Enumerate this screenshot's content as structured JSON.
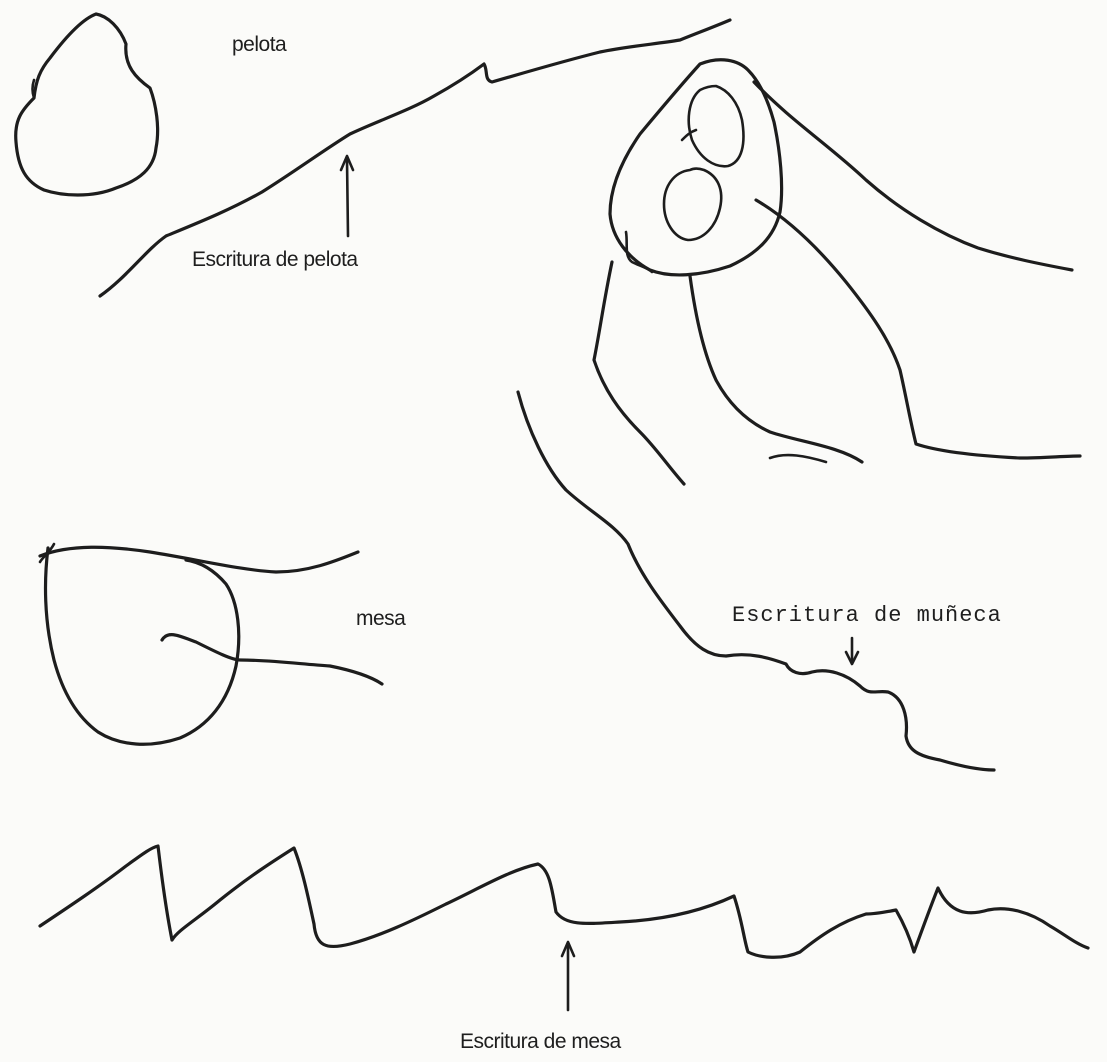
{
  "labels": {
    "pelota": "pelota",
    "escritura_pelota": "Escritura de pelota",
    "mesa": "mesa",
    "escritura_muneca": "Escritura de muñeca",
    "escritura_mesa": "Escritura de mesa"
  },
  "colors": {
    "ink": "#1d1d1d",
    "paper": "#fbfbf9"
  }
}
